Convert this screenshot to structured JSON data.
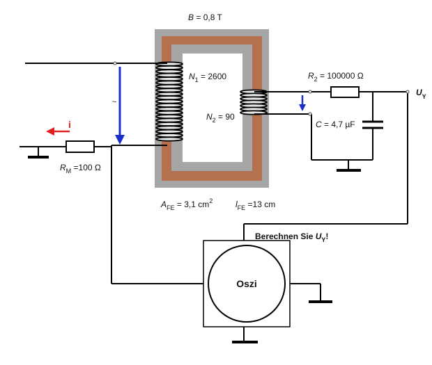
{
  "labels": {
    "B_var": "B",
    "B_val": " = 0,8 T",
    "N1_var": "N",
    "N1_sub": "1",
    "N1_val": " = 2600",
    "N2_var": "N",
    "N2_sub": "2",
    "N2_val": " = 90",
    "R2_var": "R",
    "R2_sub": "2",
    "R2_val": " = 100000 Ω",
    "UY_var": "U",
    "UY_sub": "Y",
    "C_var": "C",
    "C_val": " = 4,7 µF",
    "i": "i",
    "tilde": "~",
    "RM_var": "R",
    "RM_sub": "M",
    "RM_val": " =100 Ω",
    "AFE_var": "A",
    "AFE_sub": "FE",
    "AFE_val": " = 3,1 cm",
    "AFE_sup": "2",
    "lFE_var": "l",
    "lFE_sub": "FE",
    "lFE_val": " =13 cm",
    "question_pre": "Berechnen Sie ",
    "question_var": "U",
    "question_sub": "Y",
    "question_post": "!",
    "osci": "Oszi"
  },
  "colors": {
    "core_outer": "#a6a6a6",
    "core_inner": "#b5714f",
    "wire": "#000000",
    "voltage_arrow": "#1a2fc9",
    "current_arrow": "#e02020"
  }
}
